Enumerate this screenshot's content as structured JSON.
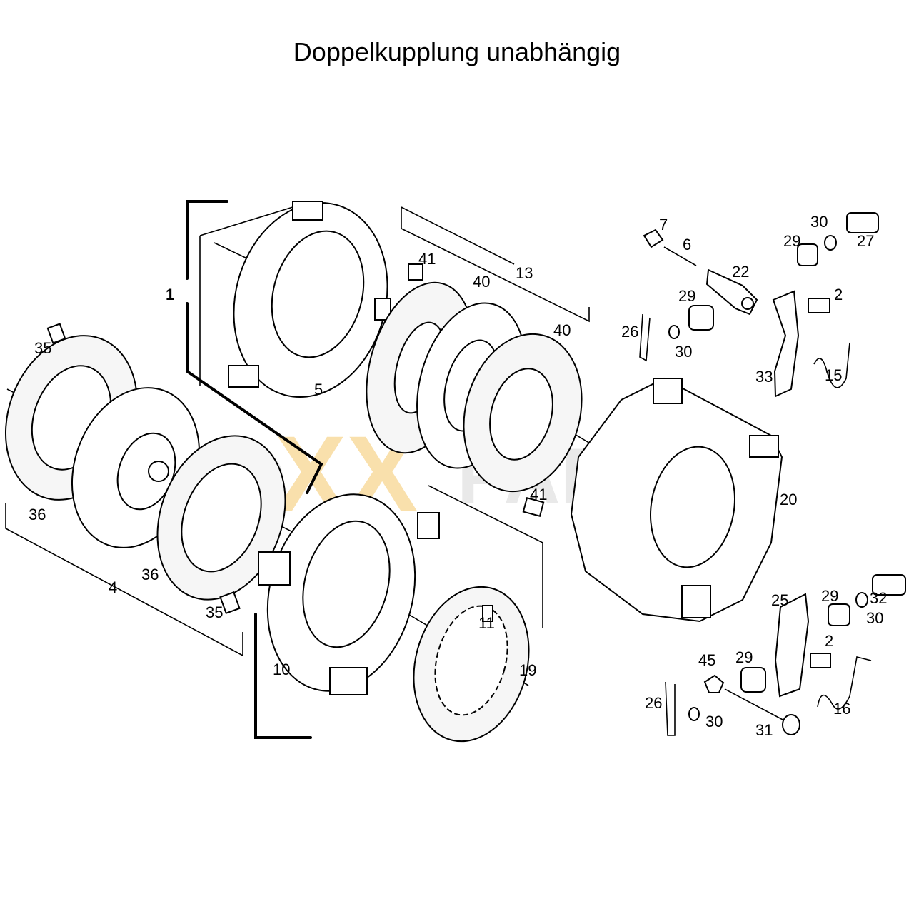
{
  "title": "Doppelkupplung unabhängig",
  "watermark": {
    "text": "FOXXPARTS",
    "color": "#f5c86a",
    "gray": "#d8d8d8"
  },
  "callouts": {
    "c1": "1",
    "c2a": "2",
    "c2b": "2",
    "c4": "4",
    "c5": "5",
    "c6": "6",
    "c7": "7",
    "c10": "10",
    "c11": "11",
    "c13": "13",
    "c15": "15",
    "c16": "16",
    "c19": "19",
    "c20": "20",
    "c22": "22",
    "c25": "25",
    "c26a": "26",
    "c26b": "26",
    "c27": "27",
    "c29a": "29",
    "c29b": "29",
    "c29c": "29",
    "c29d": "29",
    "c30a": "30",
    "c30b": "30",
    "c30c": "30",
    "c30d": "30",
    "c31": "31",
    "c32": "32",
    "c33": "33",
    "c35a": "35",
    "c35b": "35",
    "c36a": "36",
    "c36b": "36",
    "c40a": "40",
    "c40b": "40",
    "c41a": "41",
    "c41b": "41",
    "c45": "45"
  }
}
